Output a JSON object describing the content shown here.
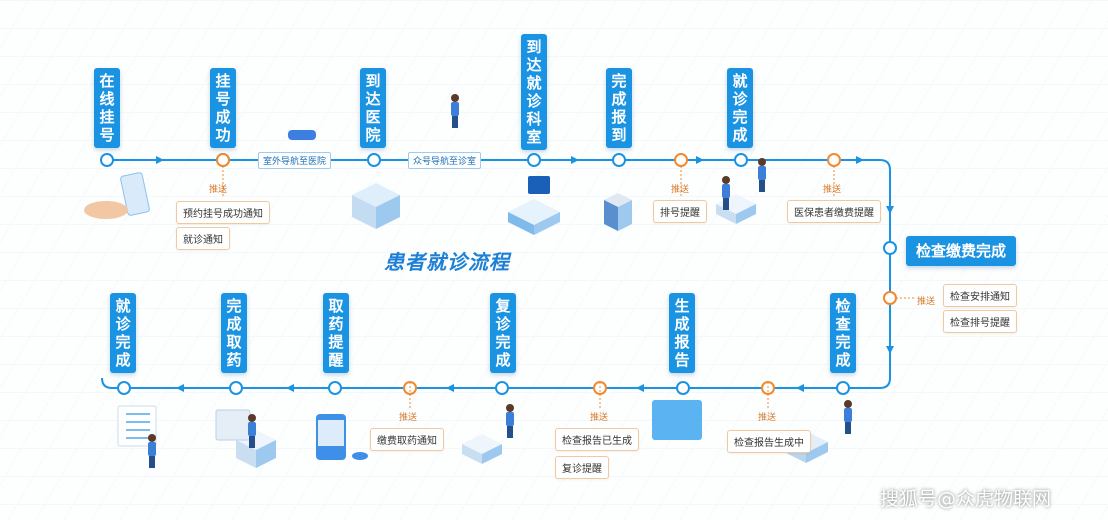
{
  "title": "患者就诊流程",
  "watermark": "搜狐号@众虎物联网",
  "colors": {
    "line": "#1b93e3",
    "accent": "#f08a2e",
    "box": "#1b93e3"
  },
  "top_steps": [
    "在线挂号",
    "挂号成功",
    "到达医院",
    "到达就诊科室",
    "完成报到",
    "就诊完成"
  ],
  "side_step": "检查缴费完成",
  "bottom_steps": [
    "检查完成",
    "生成报告",
    "复诊完成",
    "取药提醒",
    "完成取药",
    "就诊完成"
  ],
  "nav_tags": [
    "室外导航至医院",
    "众号导航至诊室"
  ],
  "push_label": "推送",
  "notes": {
    "n1": [
      "预约挂号成功通知",
      "就诊通知"
    ],
    "n2": [
      "排号提醒"
    ],
    "n3": [
      "医保患者缴费提醒"
    ],
    "n4": [
      "检查安排通知",
      "检查排号提醒"
    ],
    "n5": [
      "检查报告生成中"
    ],
    "n6": [
      "检查报告已生成",
      "复诊提醒"
    ],
    "n7": [
      "缴费取药通知"
    ]
  }
}
